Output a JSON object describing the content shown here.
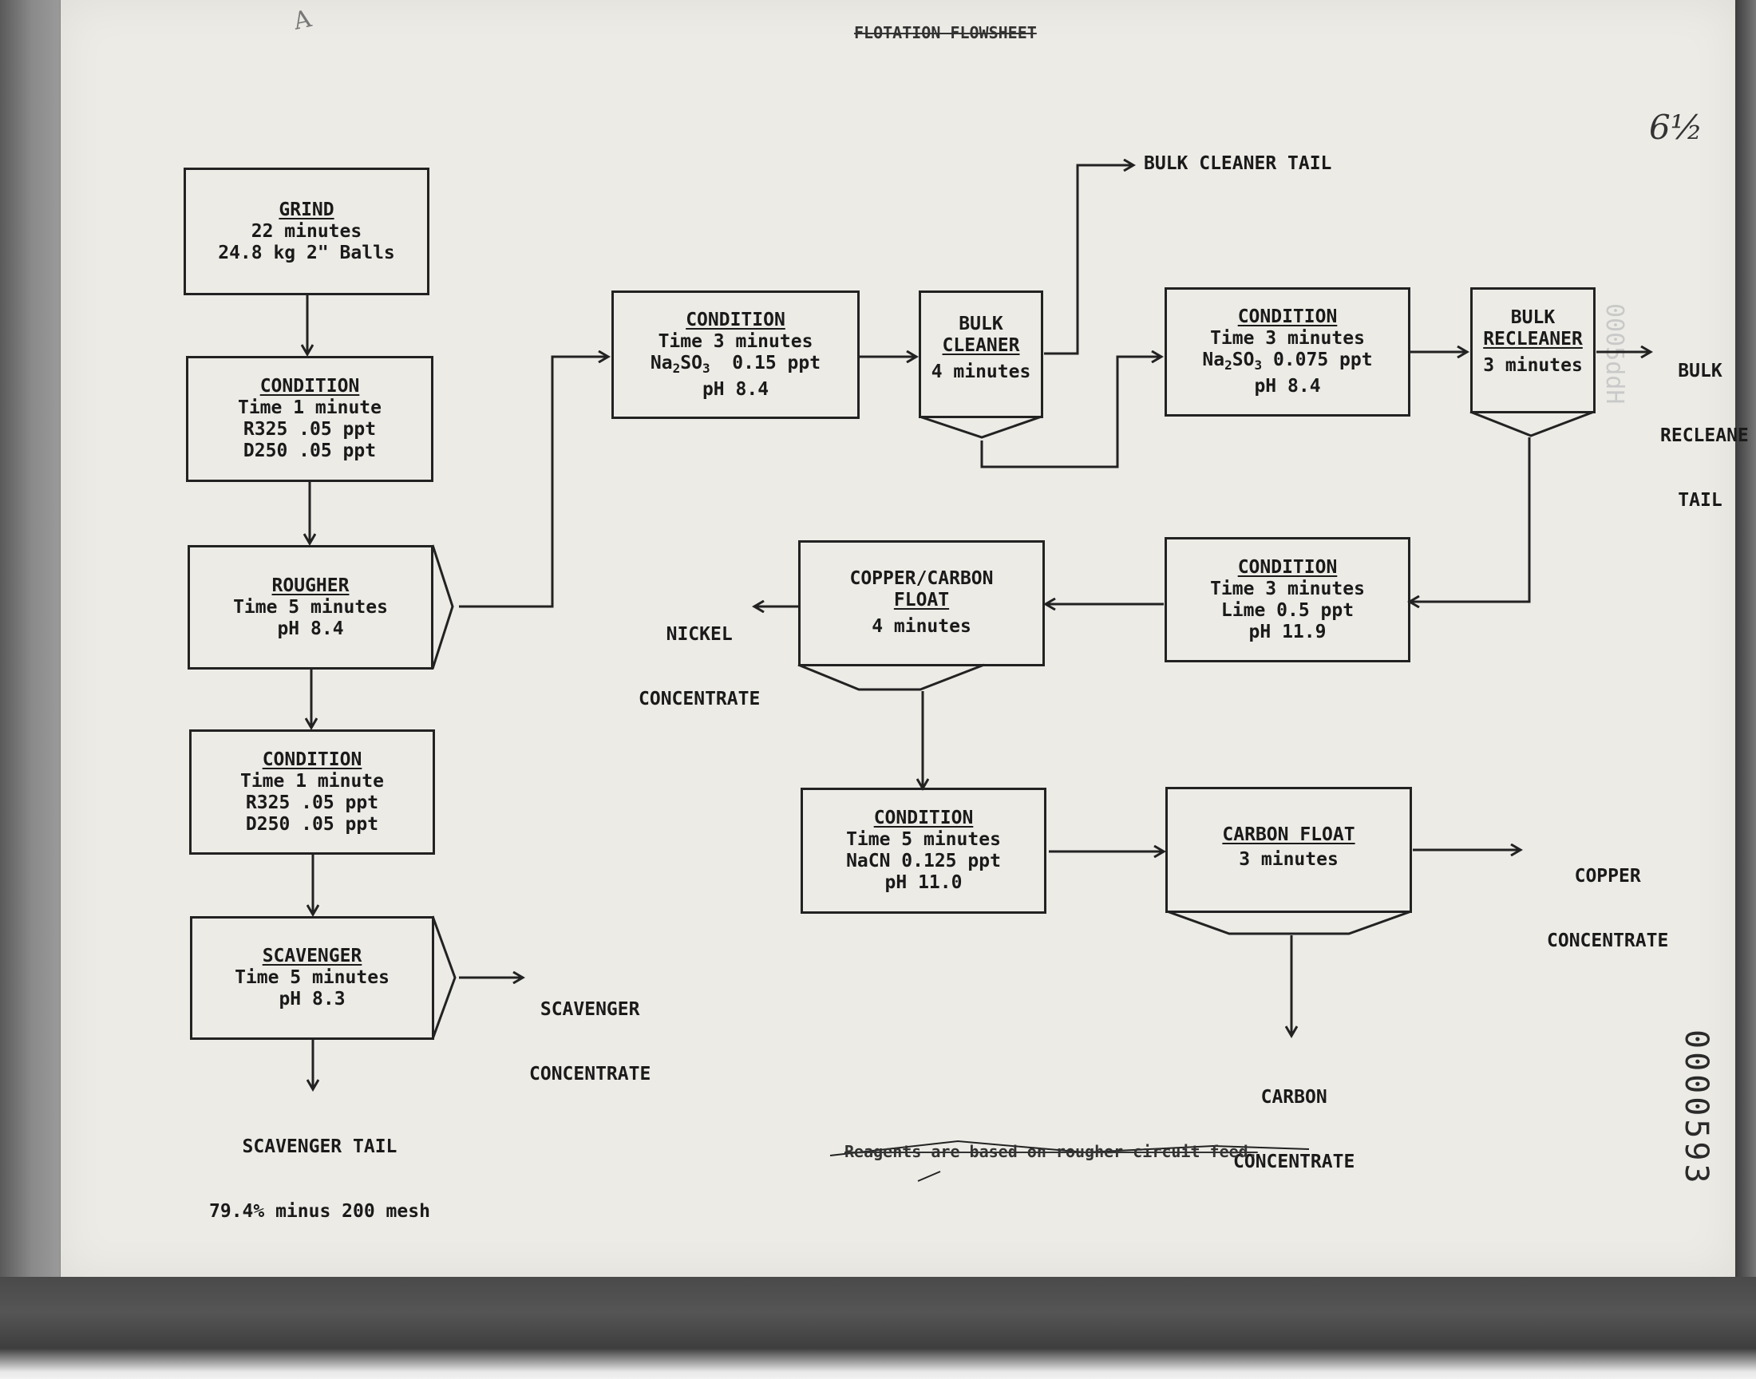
{
  "header": {
    "title_struck": "FLOTATION FLOWSHEET",
    "corner_mark": "A",
    "handwritten_note": "6½",
    "page_number": "0000593",
    "stamp_vertical": "0005ddH"
  },
  "boxes": {
    "grind": {
      "title": "GRIND",
      "lines": [
        "22 minutes",
        "24.8 kg 2\" Balls"
      ]
    },
    "condition1": {
      "title": "CONDITION",
      "lines": [
        "Time 1 minute",
        "R325 .05 ppt",
        "D250 .05 ppt"
      ]
    },
    "rougher": {
      "title": "ROUGHER",
      "lines": [
        "Time 5 minutes",
        "pH 8.4"
      ]
    },
    "condition2": {
      "title": "CONDITION",
      "lines": [
        "Time 1 minute",
        "R325 .05 ppt",
        "D250 .05 ppt"
      ]
    },
    "scavenger": {
      "title": "SCAVENGER",
      "lines": [
        "Time 5 minutes",
        "pH 8.3"
      ]
    },
    "condition3": {
      "title": "CONDITION",
      "lines": [
        "Time 3 minutes",
        "Na2SO3  0.15 ppt",
        "pH 8.4"
      ]
    },
    "bulk_cleaner": {
      "title": "BULK",
      "title2": "CLEANER",
      "lines": [
        "4 minutes"
      ]
    },
    "condition4": {
      "title": "CONDITION",
      "lines": [
        "Time 3 minutes",
        "Na2SO3 0.075 ppt",
        "pH 8.4"
      ]
    },
    "bulk_recleaner": {
      "title": "BULK",
      "title2": "RECLEANER",
      "lines": [
        "3 minutes"
      ]
    },
    "condition5": {
      "title": "CONDITION",
      "lines": [
        "Time 3 minutes",
        "Lime 0.5 ppt",
        "pH 11.9"
      ]
    },
    "copper_carbon": {
      "title": "COPPER/CARBON",
      "title2": "FLOAT",
      "lines": [
        "4 minutes"
      ]
    },
    "condition6": {
      "title": "CONDITION",
      "lines": [
        "Time 5 minutes",
        "NaCN 0.125 ppt",
        "pH 11.0"
      ]
    },
    "carbon_float": {
      "title": "CARBON FLOAT",
      "lines": [
        "3 minutes"
      ]
    }
  },
  "outputs": {
    "bulk_cleaner_tail": "BULK CLEANER TAIL",
    "bulk_recleaner_tail": [
      "BULK",
      "RECLEANER",
      "TAIL"
    ],
    "nickel_concentrate": [
      "NICKEL",
      "CONCENTRATE"
    ],
    "scavenger_concentrate": [
      "SCAVENGER",
      "CONCENTRATE"
    ],
    "scavenger_tail": [
      "SCAVENGER TAIL",
      "79.4% minus 200 mesh"
    ],
    "copper_concentrate": [
      "COPPER",
      "CONCENTRATE"
    ],
    "carbon_concentrate": [
      "CARBON",
      "CONCENTRATE"
    ]
  },
  "footnote_struck": "Reagents are based on rougher circuit feed."
}
